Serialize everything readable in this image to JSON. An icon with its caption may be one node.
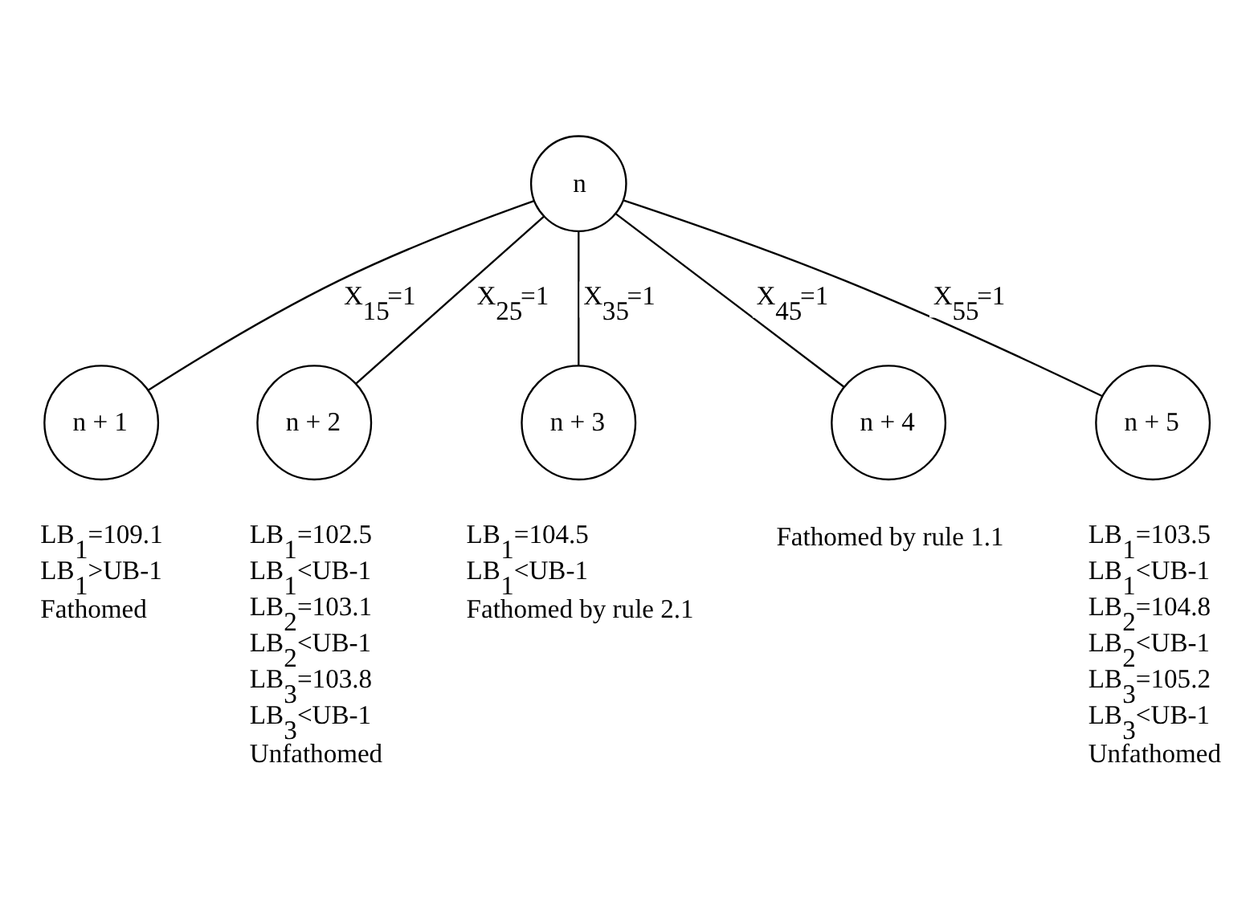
{
  "diagram": {
    "nodes": [
      {
        "text": [
          "n"
        ]
      },
      {
        "text": [
          "n + 1"
        ],
        "beside": [
          "LB$_{1}$=109.1",
          "LB$_{1}$>UB-1",
          "Fathomed"
        ]
      },
      {
        "text": [
          "n + 2"
        ],
        "beside": [
          "LB$_{1}$=102.5",
          "LB$_{1}$<UB-1",
          "LB$_{2}$=103.1",
          "LB$_{2}$<UB-1",
          "LB$_{3}$=103.8",
          "LB$_{3}$<UB-1",
          "Unfathomed"
        ]
      },
      {
        "text": [
          "n + 3"
        ],
        "beside": [
          "LB$_{1}$=104.5",
          "LB$_{1}$<UB-1",
          "Fathomed by rule 2.1"
        ]
      },
      {
        "text": [
          "n + 4"
        ],
        "beside": [
          "Fathomed by rule 1.1"
        ]
      },
      {
        "text": [
          "n + 5"
        ],
        "beside": [
          "LB$_{1}$=103.5",
          "LB$_{1}$<UB-1",
          "LB$_{2}$=104.8",
          "LB$_{2}$<UB-1",
          "LB$_{3}$=105.2",
          "LB$_{3}$<UB-1",
          "Unfathomed"
        ]
      }
    ],
    "edges": [
      {
        "from": 0,
        "to": 1,
        "arrow": "none",
        "label": "X$_{15}$=1"
      },
      {
        "from": 0,
        "to": 2,
        "arrow": "none",
        "label": "X$_{25}$=1"
      },
      {
        "from": 0,
        "to": 3,
        "arrow": "none",
        "label": "X$_{35}$=1"
      },
      {
        "from": 0,
        "to": 4,
        "arrow": "none",
        "label": "X$_{45}$=1"
      },
      {
        "from": 0,
        "to": 5,
        "arrow": "none",
        "label": "X$_{55}$=1"
      }
    ]
  }
}
